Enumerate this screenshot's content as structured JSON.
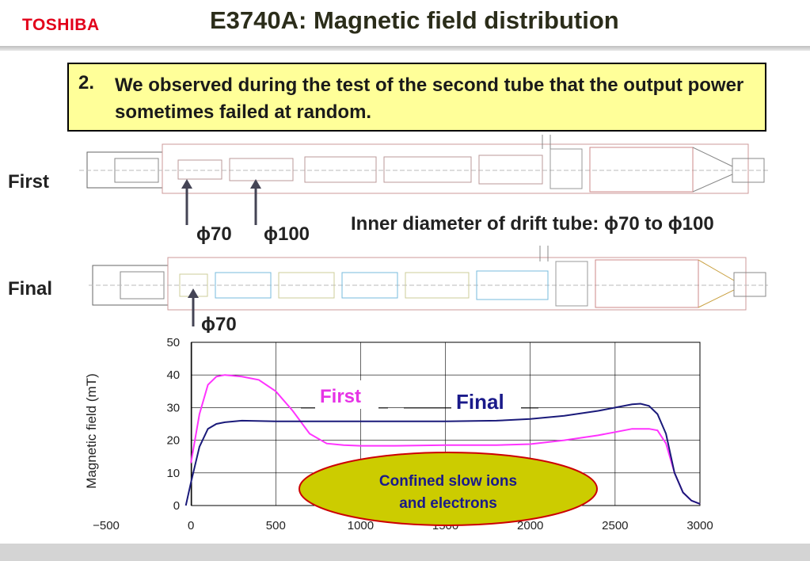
{
  "header": {
    "logo": "TOSHIBA",
    "title": "E3740A: Magnetic field distribution"
  },
  "note": {
    "number": "2.",
    "text": "We observed during the test of the second tube that the output power sometimes failed at random."
  },
  "drawings": {
    "first_label": "First",
    "final_label": "Final",
    "phi70_first": "ϕ70",
    "phi100_first": "ϕ100",
    "phi70_final": "ϕ70",
    "inner_diameter": "Inner diameter of drift tube: ϕ70 to ϕ100"
  },
  "colors": {
    "first": "#ff33ff",
    "final": "#1a1a7a",
    "note_bg": "#ffff99",
    "callout_bg": "#cccc00",
    "callout_border": "#cc0000"
  },
  "chart_data": {
    "type": "line",
    "xlabel": "",
    "ylabel": "Magnetic field (mT)",
    "xlim": [
      -500,
      3000
    ],
    "ylim": [
      0,
      50
    ],
    "xticks": [
      -500,
      0,
      500,
      1000,
      1500,
      2000,
      2500,
      3000
    ],
    "yticks": [
      0,
      10,
      20,
      30,
      40,
      50
    ],
    "grid": true,
    "series": [
      {
        "name": "First",
        "color": "#ff33ff",
        "x": [
          0,
          50,
          100,
          150,
          200,
          300,
          400,
          500,
          600,
          700,
          800,
          900,
          1000,
          1200,
          1500,
          1800,
          2000,
          2200,
          2400,
          2500,
          2600,
          2700,
          2750,
          2800,
          2850,
          2900,
          2950,
          3000
        ],
        "y": [
          13,
          28,
          37,
          39.5,
          40,
          39.5,
          38.5,
          35,
          29,
          22,
          19,
          18.5,
          18.3,
          18.3,
          18.5,
          18.5,
          18.8,
          20,
          21.5,
          22.5,
          23.5,
          23.5,
          23,
          19,
          10,
          4,
          1.5,
          0.5
        ]
      },
      {
        "name": "Final",
        "color": "#1a1a7a",
        "x": [
          -30,
          0,
          50,
          100,
          150,
          200,
          300,
          500,
          1000,
          1500,
          1800,
          2000,
          2200,
          2400,
          2500,
          2600,
          2650,
          2700,
          2750,
          2800,
          2850,
          2900,
          2950,
          3000
        ],
        "y": [
          0,
          7,
          18,
          23.5,
          25,
          25.5,
          26,
          25.8,
          25.8,
          25.8,
          26,
          26.5,
          27.5,
          29,
          30,
          31,
          31.2,
          30.5,
          28,
          22,
          10,
          4,
          1.5,
          0.5
        ]
      }
    ],
    "annotations": {
      "first": "First",
      "final": "Final",
      "callout_line1": "Confined slow ions",
      "callout_line2": "and electrons"
    }
  }
}
